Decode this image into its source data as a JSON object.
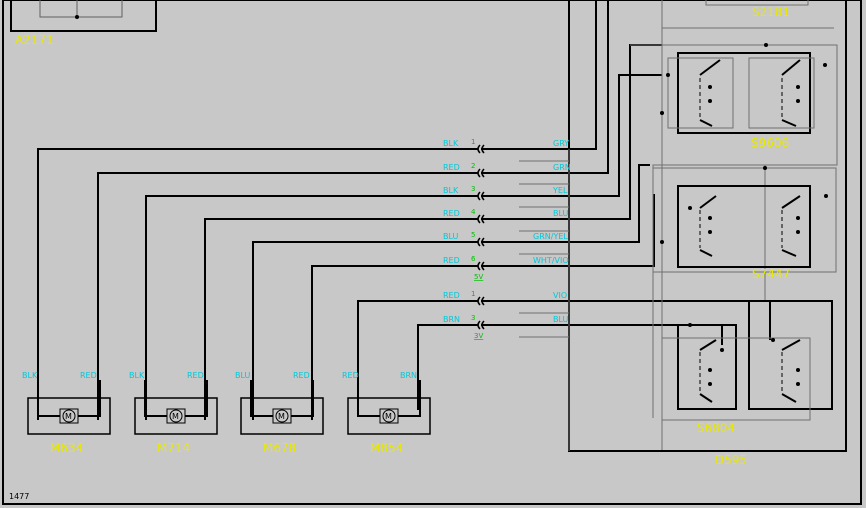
{
  "sheet_number": "1477",
  "components": {
    "a2171": "A2171",
    "s2181": "S2181",
    "s9606": "S9606",
    "s7447": "S7447",
    "s6804": "S6804",
    "d595": "D595"
  },
  "motors": [
    {
      "name": "M634",
      "left_wire": "BLK",
      "right_wire": "RED"
    },
    {
      "name": "M714",
      "left_wire": "BLK",
      "right_wire": "RED"
    },
    {
      "name": "M678",
      "left_wire": "BLU",
      "right_wire": "RED"
    },
    {
      "name": "M854",
      "left_wire": "RED",
      "right_wire": "BRN"
    }
  ],
  "connector_rows": [
    {
      "pin": "1",
      "left": "BLK",
      "right": "GRY"
    },
    {
      "pin": "2",
      "left": "RED",
      "right": "GRN"
    },
    {
      "pin": "3",
      "left": "BLK",
      "right": "YEL"
    },
    {
      "pin": "4",
      "left": "RED",
      "right": "BLU"
    },
    {
      "pin": "5",
      "left": "BLU",
      "right": "GRN/YEL"
    },
    {
      "pin": "6",
      "left": "RED",
      "right": "WHT/VIO",
      "tag": "5V"
    },
    {
      "pin": "1",
      "left": "RED",
      "right": "VIO"
    },
    {
      "pin": "3",
      "left": "BRN",
      "right": "BLU",
      "tag": "3V"
    }
  ],
  "colors": {
    "background": "#c8c8c8",
    "wire": "#000000",
    "component_label": "#e8e800",
    "wire_label": "#00c8d8",
    "pin_label": "#00c000",
    "box_outline": "#707070"
  }
}
